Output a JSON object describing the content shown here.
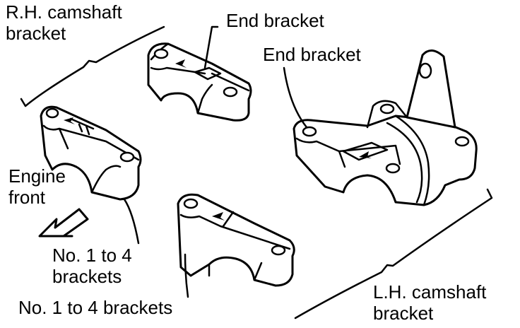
{
  "labels": {
    "rh_camshaft_bracket": [
      "R.H. camshaft",
      "bracket"
    ],
    "end_bracket_top": "End bracket",
    "end_bracket_right": "End bracket",
    "engine_front": [
      "Engine",
      "front"
    ],
    "no1to4_left": [
      "No. 1 to 4",
      "brackets"
    ],
    "no1to4_bottom": "No. 1 to 4 brackets",
    "lh_camshaft_bracket": [
      "L.H. camshaft",
      "bracket"
    ]
  }
}
